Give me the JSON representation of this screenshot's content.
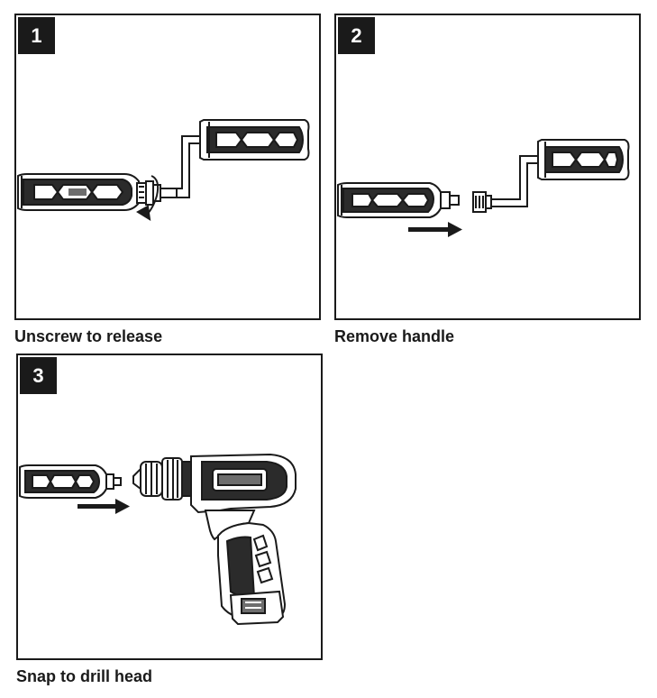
{
  "steps": [
    {
      "number": "1",
      "caption": "Unscrew to release"
    },
    {
      "number": "2",
      "caption": "Remove handle"
    },
    {
      "number": "3",
      "caption": "Snap to drill head"
    }
  ],
  "colors": {
    "ink": "#1a1a1a",
    "fill_dark": "#2b2b2b",
    "fill_mid": "#6e6e6e",
    "background": "#ffffff"
  }
}
